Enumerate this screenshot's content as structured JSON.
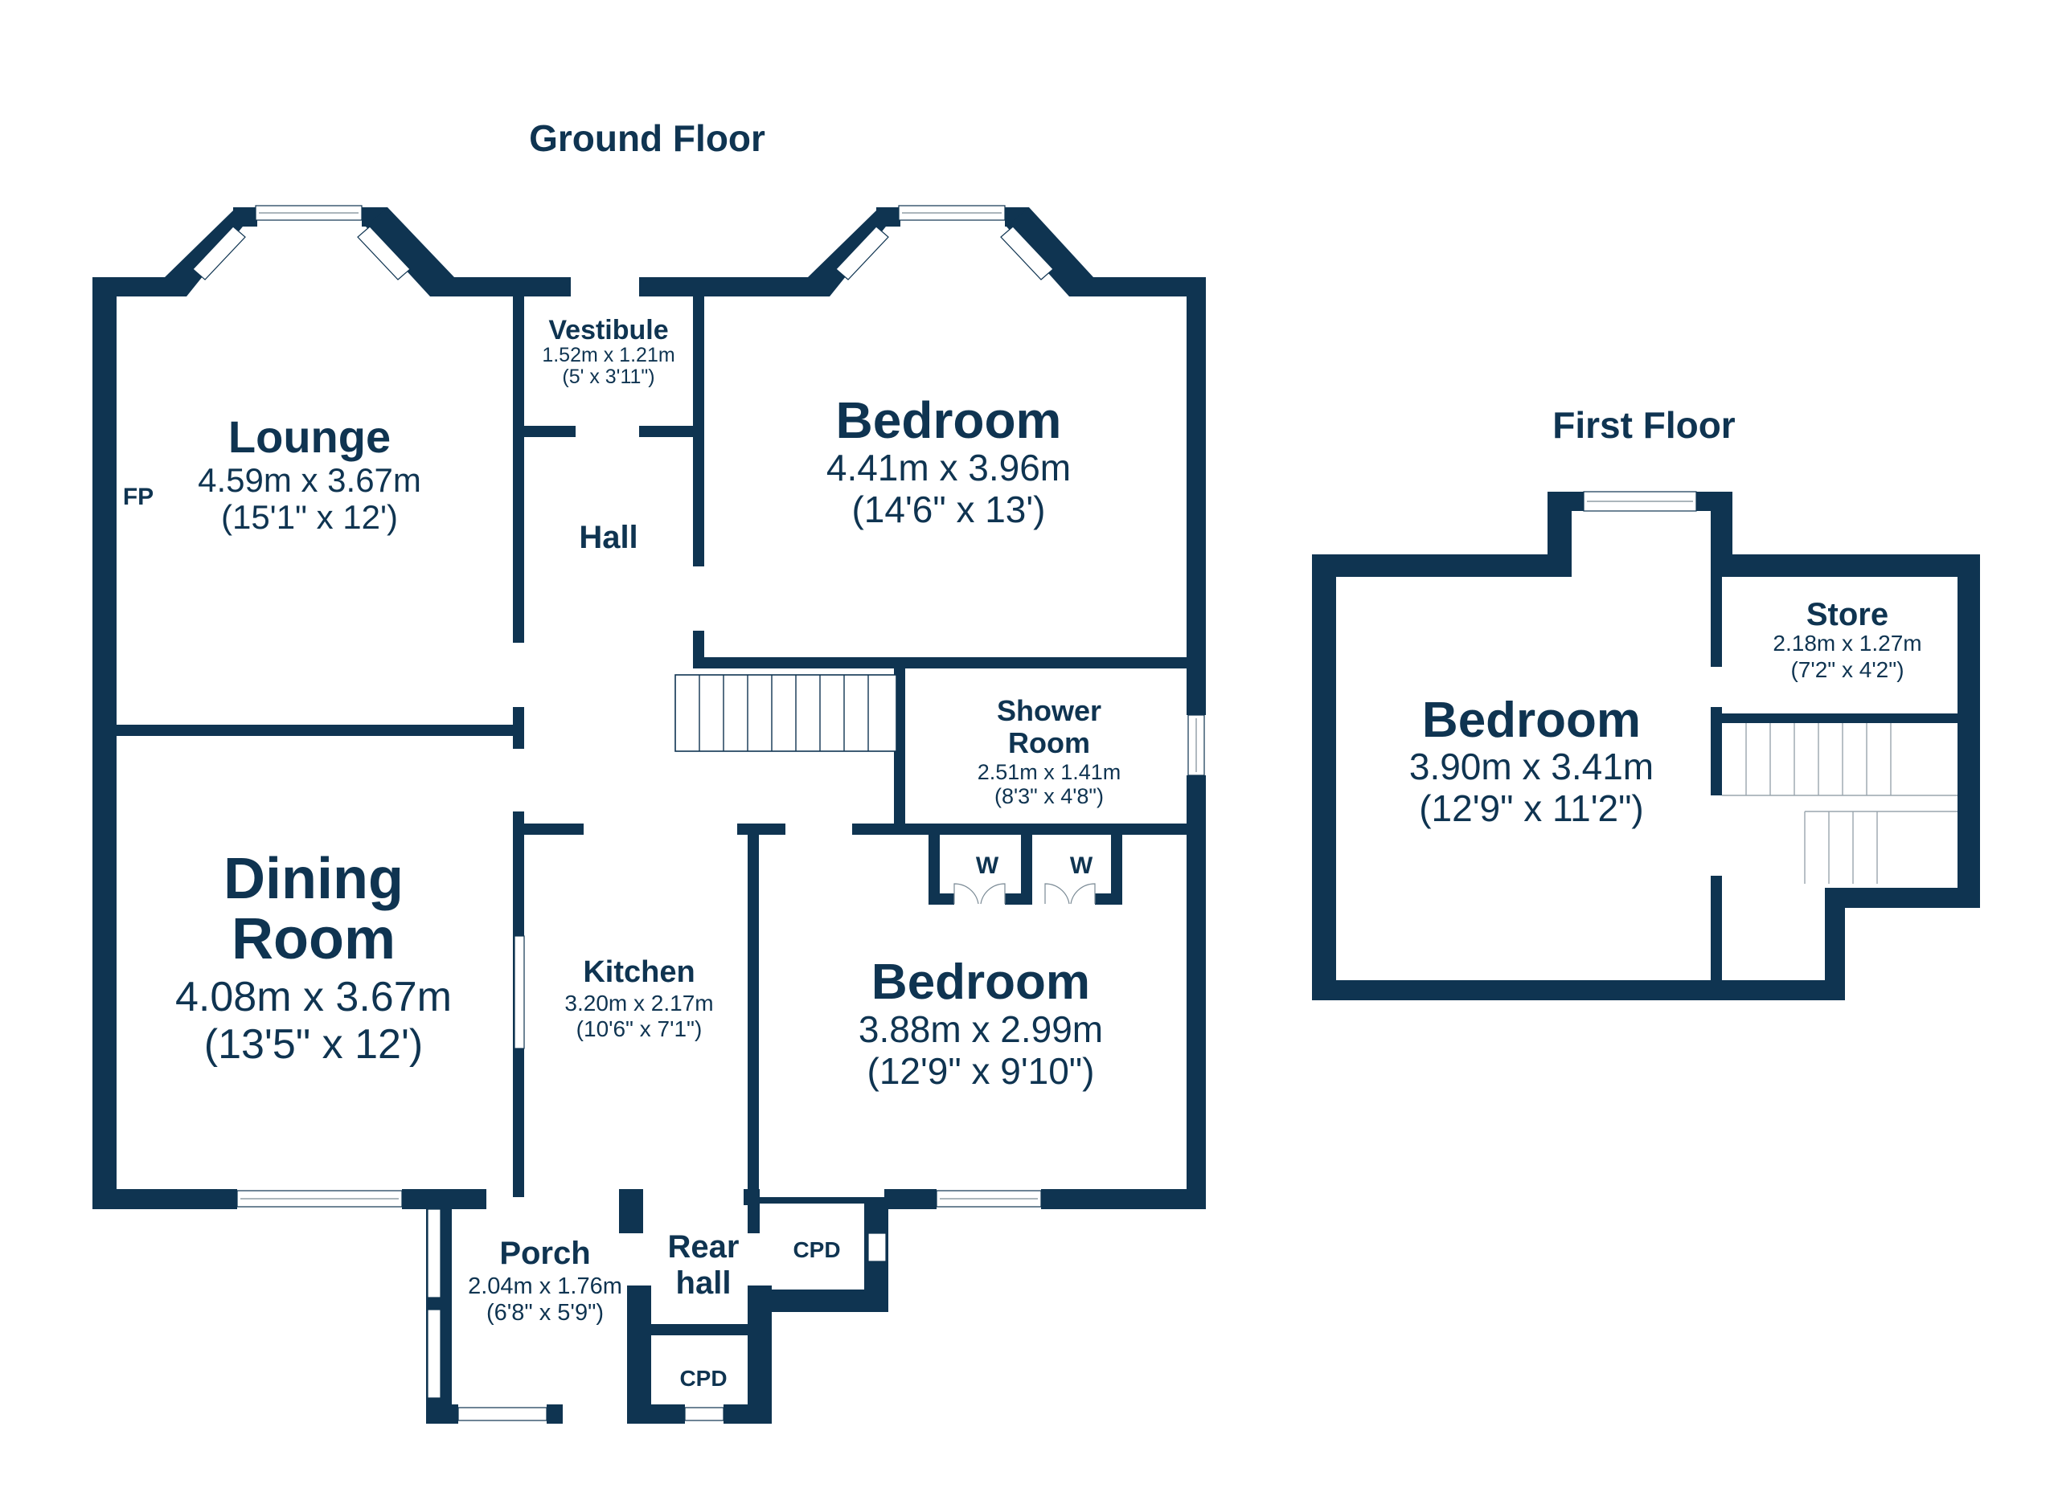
{
  "floors": {
    "ground": "Ground Floor",
    "first": "First Floor"
  },
  "rooms": {
    "lounge": {
      "name": "Lounge",
      "metric": "4.59m x 3.67m",
      "imperial": "(15'1\" x 12')"
    },
    "vestibule": {
      "name": "Vestibule",
      "metric": "1.52m x 1.21m",
      "imperial": "(5' x 3'11\")"
    },
    "hall": {
      "name": "Hall"
    },
    "bedroom_front": {
      "name": "Bedroom",
      "metric": "4.41m x 3.96m",
      "imperial": "(14'6\" x 13')"
    },
    "shower": {
      "name_1": "Shower",
      "name_2": "Room",
      "metric": "2.51m x 1.41m",
      "imperial": "(8'3\" x 4'8\")"
    },
    "dining": {
      "name_1": "Dining",
      "name_2": "Room",
      "metric": "4.08m x 3.67m",
      "imperial": "(13'5\" x 12')"
    },
    "kitchen": {
      "name": "Kitchen",
      "metric": "3.20m x 2.17m",
      "imperial": "(10'6\" x 7'1\")"
    },
    "bedroom_rear": {
      "name": "Bedroom",
      "metric": "3.88m x 2.99m",
      "imperial": "(12'9\" x 9'10\")"
    },
    "porch": {
      "name": "Porch",
      "metric": "2.04m x 1.76m",
      "imperial": "(6'8\" x 5'9\")"
    },
    "rear_hall": {
      "name_1": "Rear",
      "name_2": "hall"
    },
    "store": {
      "name": "Store",
      "metric": "2.18m x 1.27m",
      "imperial": "(7'2\" x 4'2\")"
    },
    "bedroom_first": {
      "name": "Bedroom",
      "metric": "3.90m x 3.41m",
      "imperial": "(12'9\" x 11'2\")"
    }
  },
  "labels": {
    "fp": "FP",
    "wardrobe": "W",
    "cupboard": "CPD"
  },
  "colors": {
    "wall": "#0f3451",
    "background": "#ffffff"
  }
}
